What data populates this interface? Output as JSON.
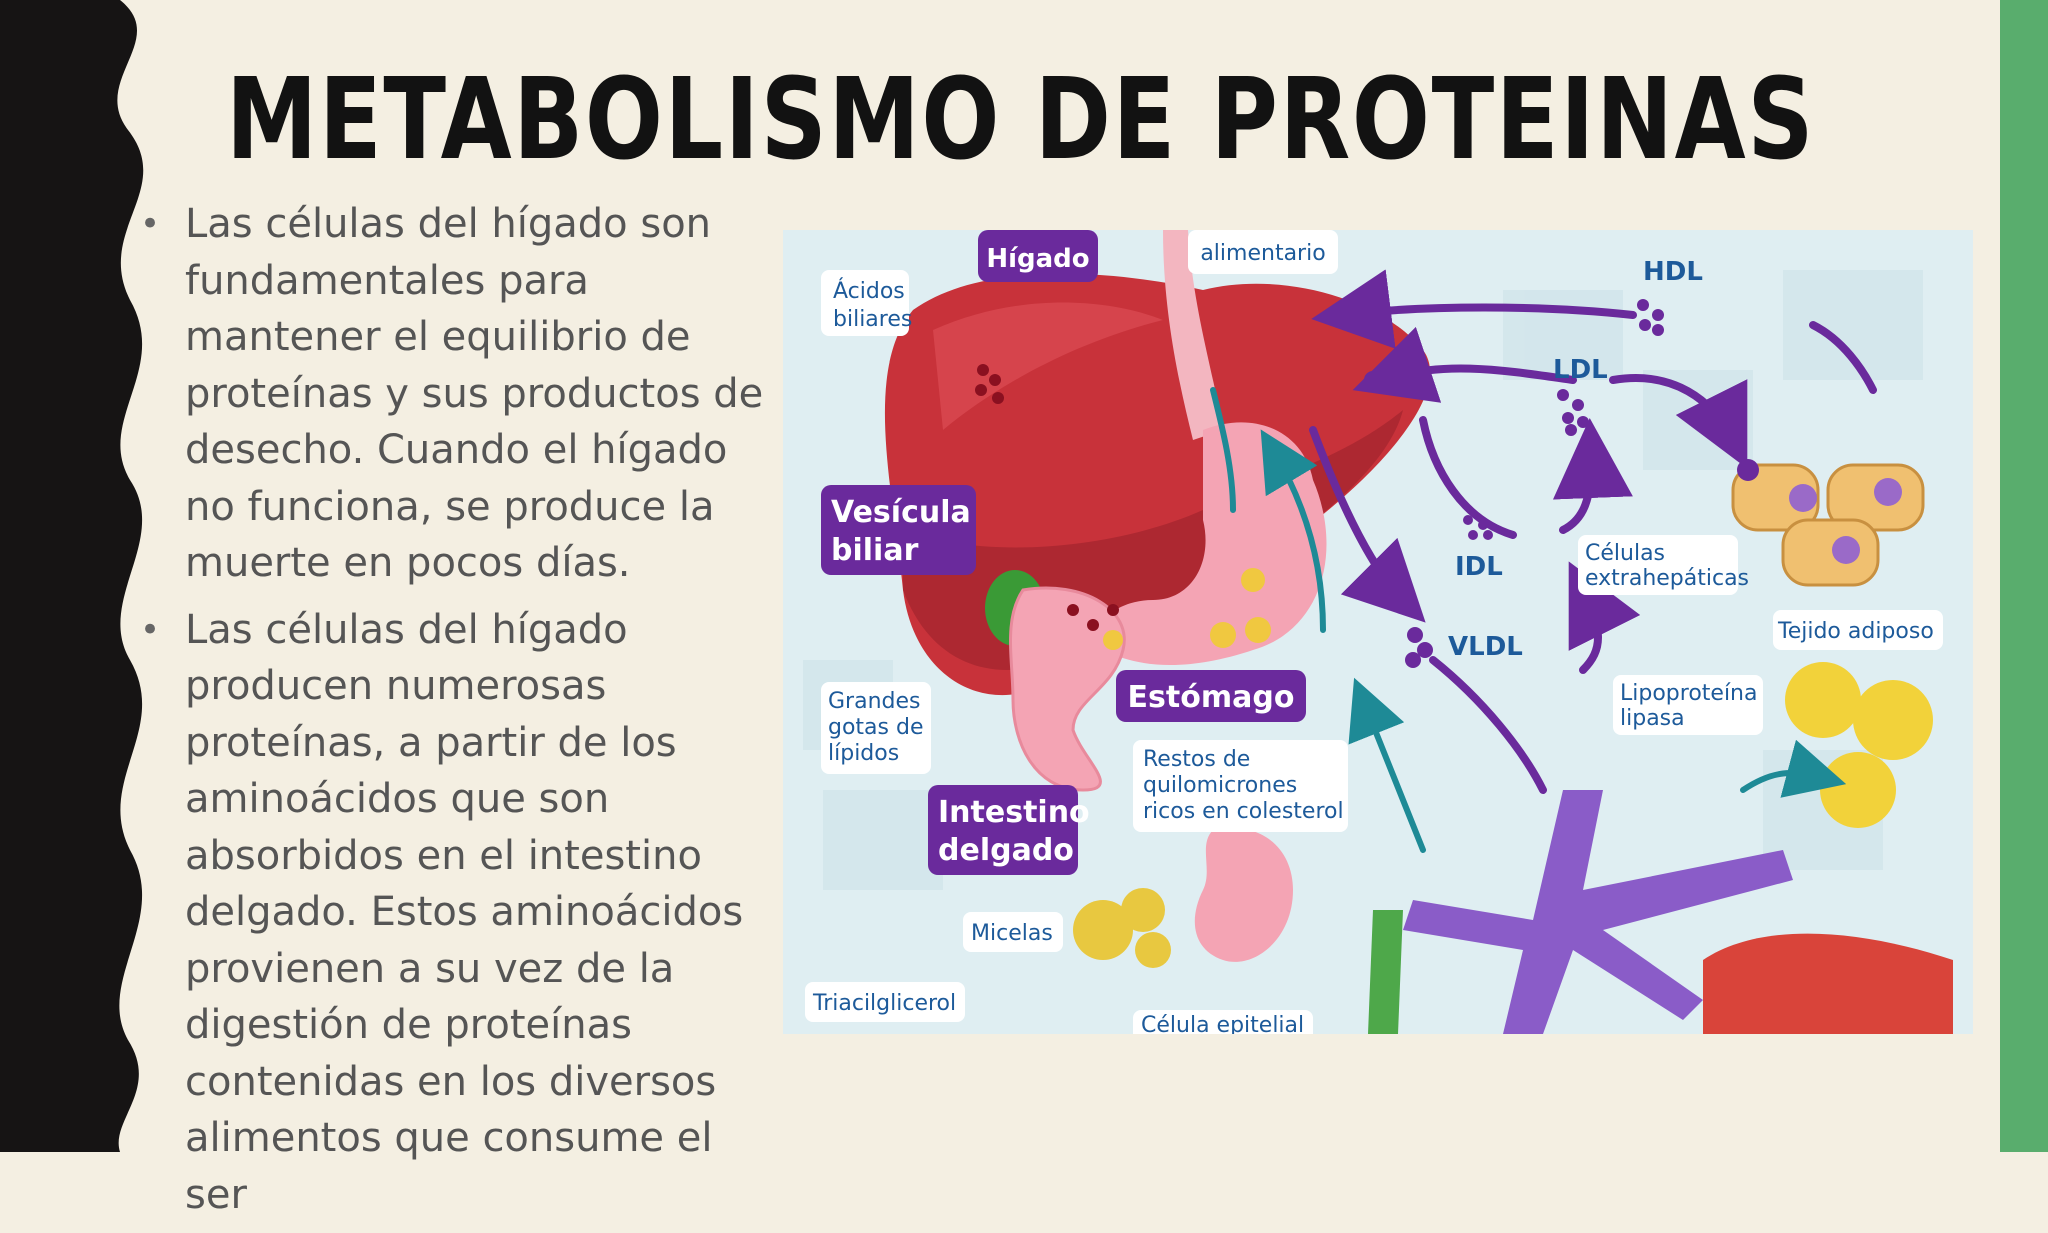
{
  "slide": {
    "title": "METABOLISMO DE PROTEINAS",
    "bullets": [
      "Las células del hígado son fundamentales para mantener el equilibrio de proteínas y sus productos de desecho. Cuando el hígado no funciona, se produce la muerte en pocos días.",
      "Las células del hígado producen numerosas proteínas, a partir de los aminoácidos que son absorbidos en el intestino delgado. Estos aminoácidos provienen a su vez de la digestión de proteínas contenidas en los diversos alimentos que consume el ser"
    ]
  },
  "diagram": {
    "labels": {
      "higado": "Hígado",
      "alimentario": "alimentario",
      "acidos_1": "Ácidos",
      "acidos_2": "biliares",
      "hdl": "HDL",
      "ldl": "LDL",
      "vesicula_1": "Vesícula",
      "vesicula_2": "biliar",
      "idl": "IDL",
      "celulas_1": "Células",
      "celulas_2": "extrahepáticas",
      "tejido": "Tejido adiposo",
      "vldl": "VLDL",
      "lipo_1": "Lipoproteína",
      "lipo_2": "lipasa",
      "grandes_1": "Grandes",
      "grandes_2": "gotas de",
      "grandes_3": "lípidos",
      "estomago": "Estómago",
      "restos_1": "Restos de",
      "restos_2": "quilomicrones",
      "restos_3": "ricos en colesterol",
      "intestino_1": "Intestino",
      "intestino_2": "delgado",
      "micelas": "Micelas",
      "triacil": "Triacilglicerol",
      "celula_epi": "Célula epitelial"
    }
  },
  "colors": {
    "background": "#f4efe2",
    "left_band": "#161414",
    "right_band": "#59ad6d",
    "title": "#121212",
    "text": "#555555",
    "purple": "#6a2a9c",
    "liver": "#c8323a"
  }
}
